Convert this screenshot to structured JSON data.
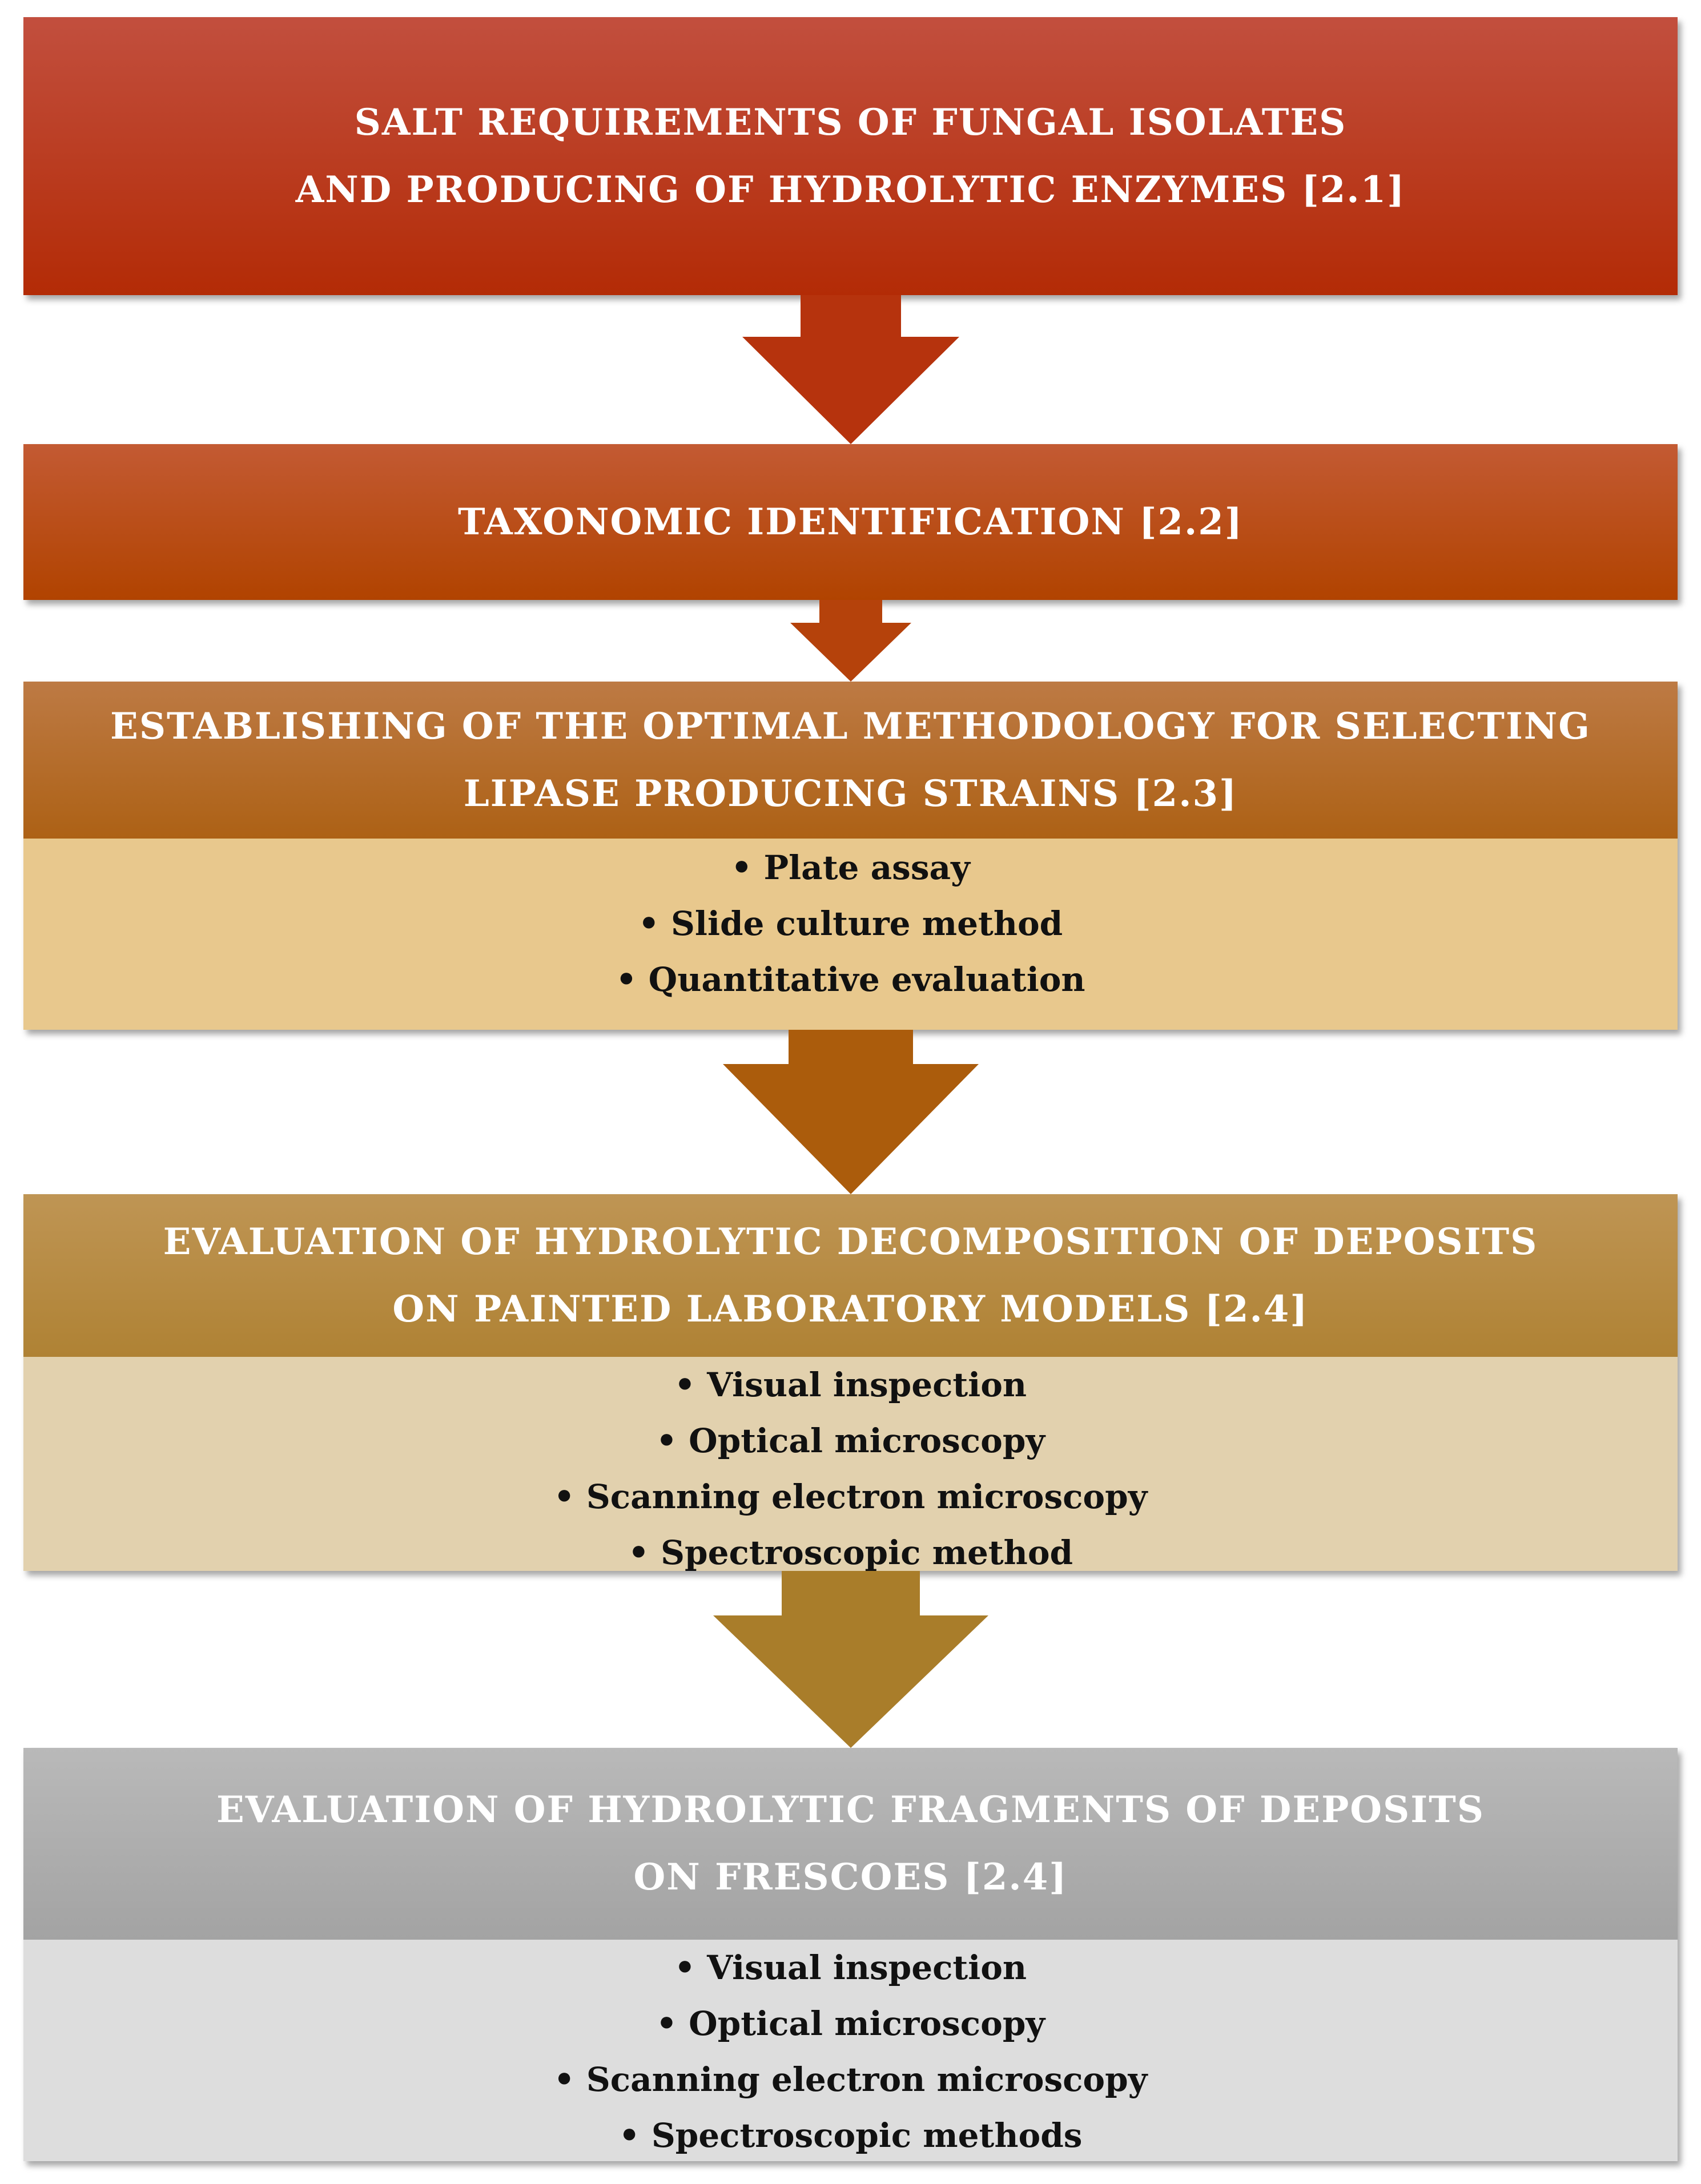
{
  "steps": [
    {
      "title_line1": "SALT REQUIREMENTS OF FUNGAL ISOLATES",
      "title_line2": "AND PRODUCING OF HYDROLYTIC ENZYMES [2.1]"
    },
    {
      "title_line1": "TAXONOMIC IDENTIFICATION [2.2]"
    },
    {
      "title_line1": "ESTABLISHING OF THE OPTIMAL METHODOLOGY FOR SELECTING",
      "title_line2": "LIPASE PRODUCING STRAINS [2.3]",
      "items": [
        "Plate assay",
        "Slide culture method",
        "Quantitative evaluation"
      ]
    },
    {
      "title_line1": "EVALUATION OF HYDROLYTIC DECOMPOSITION OF DEPOSITS",
      "title_line2": "ON PAINTED LABORATORY MODELS [2.4]",
      "items": [
        "Visual inspection",
        "Optical microscopy",
        "Scanning electron microscopy",
        "Spectroscopic method"
      ]
    },
    {
      "title_line1": "EVALUATION OF HYDROLYTIC FRAGMENTS OF DEPOSITS",
      "title_line2": "ON FRESCOES [2.4]",
      "items": [
        "Visual inspection",
        "Optical microscopy",
        "Scanning electron microscopy",
        "Spectroscopic methods"
      ]
    }
  ],
  "colors": {
    "step1": "#b83a1e",
    "step2": "#b84d17",
    "step3_header": "#b06c2b",
    "step3_body": "#e8c88d",
    "step4_header": "#b58b42",
    "step4_body": "#e2d1ae",
    "step5_header": "#adadad",
    "step5_body": "#dddddd"
  }
}
